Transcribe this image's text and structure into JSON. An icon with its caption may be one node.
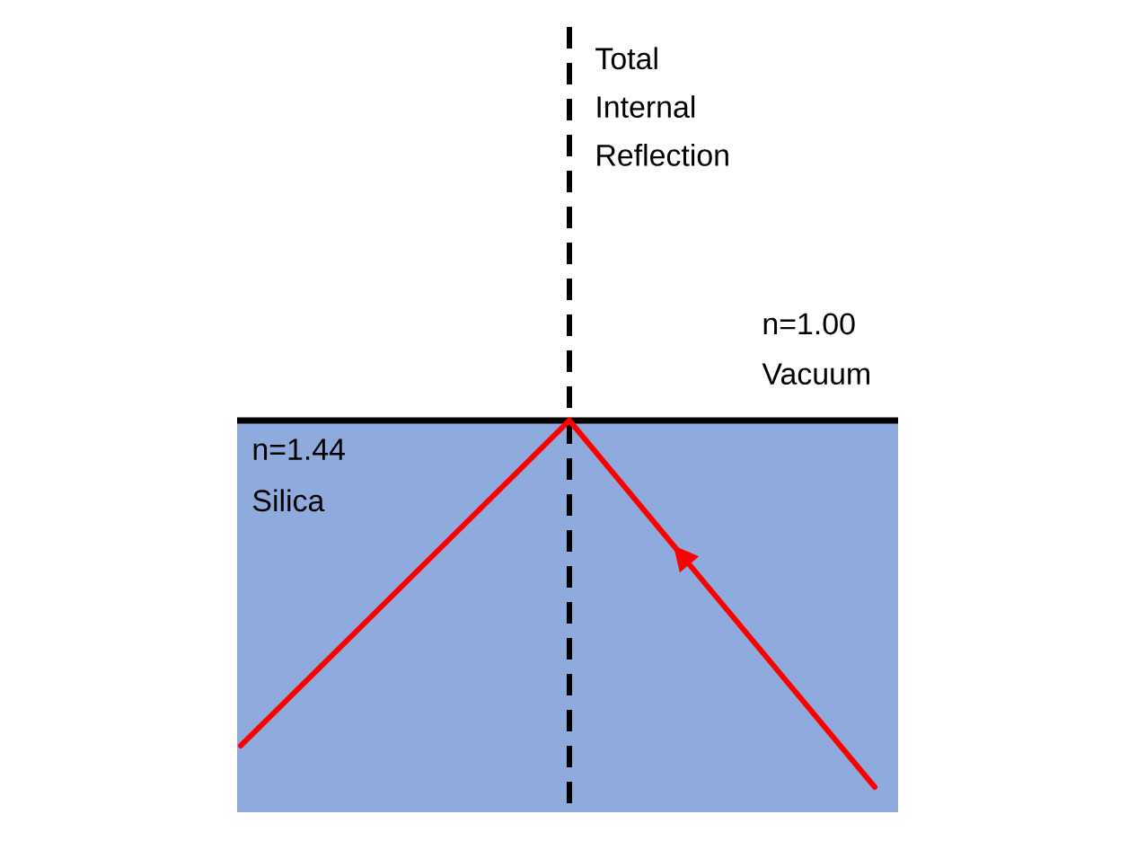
{
  "diagram": {
    "labels": [
      "Total Internal Reflection",
      "n=1.00",
      "Vacuum",
      "n=1.44",
      "Silica"
    ]
  }
}
